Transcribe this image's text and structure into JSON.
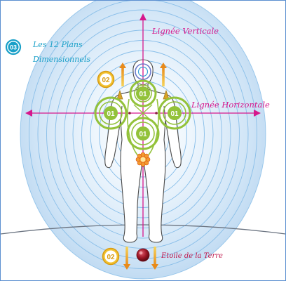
{
  "diagram": {
    "section_badge": "03",
    "title_line1": "Les 12 Plans",
    "title_line2": "Dimensionnels",
    "label_vertical": "Lignée Verticale",
    "label_horizontal": "Lignée Horizontale",
    "label_earth_star": "Etoile de la Terre",
    "badge_top": "02",
    "badge_bottom": "02",
    "circle_head": "01",
    "circle_left": "01",
    "circle_right": "01",
    "circle_belly": "01",
    "colors": {
      "axis": "#d6178c",
      "aura": "#5aa5e0",
      "green": "#93c23a",
      "badge_fill": "#f2c230",
      "title_blue": "#1aa0c8",
      "earth_star_text": "#c0184d",
      "ground": "#6a7380"
    }
  }
}
